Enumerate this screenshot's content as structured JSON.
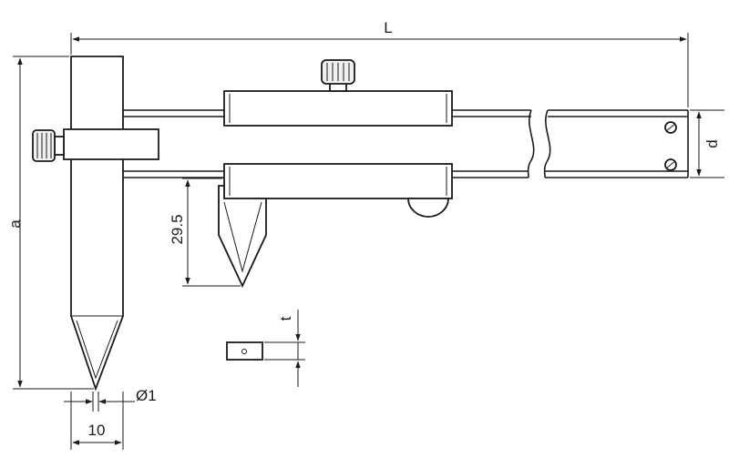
{
  "labels": {
    "length": "L",
    "height": "a",
    "depth": "d",
    "jaw": "29.5",
    "thickness": "t",
    "point": "Ø1",
    "width": "10"
  }
}
